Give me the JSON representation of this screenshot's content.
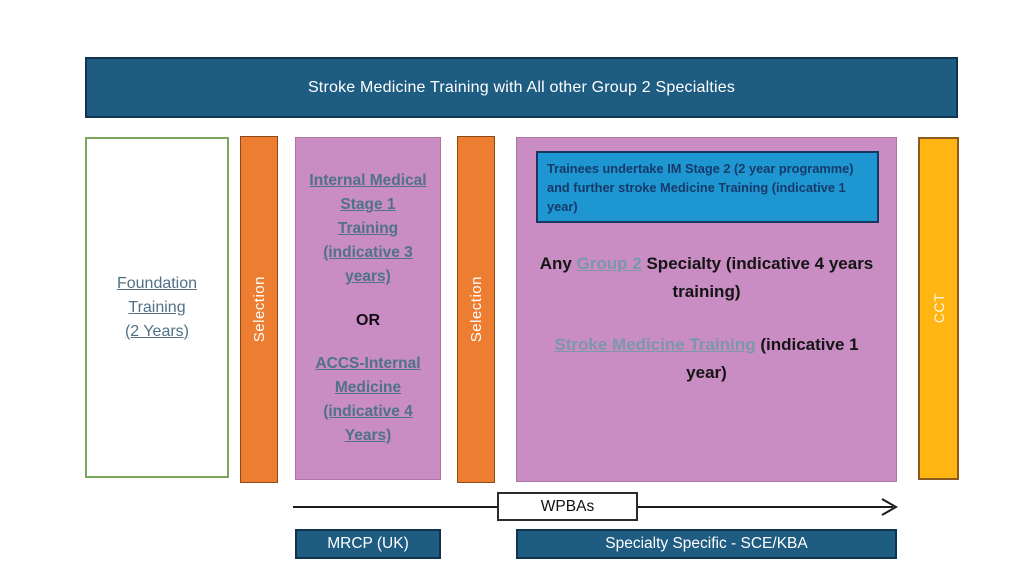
{
  "header": {
    "title": "Stroke Medicine Training with All other Group 2 Specialties"
  },
  "foundation": {
    "line1": "Foundation Training",
    "line2": "(2 Years)"
  },
  "selection_bar_left": {
    "label": "Selection"
  },
  "selection_bar_right": {
    "label": "Selection"
  },
  "im_stage1": {
    "option1": "Internal Medical Stage 1 Training (indicative 3 years)",
    "separator": "OR",
    "option2": "ACCS-Internal Medicine (indicative 4 Years)"
  },
  "group2": {
    "callout": "Trainees undertake IM Stage 2 (2 year programme) and further stroke Medicine  Training (indicative 1 year)",
    "any_prefix": "Any ",
    "group2_link": "Group 2",
    "any_suffix": " Specialty (indicative 4 years training)",
    "stroke_link": "Stroke Medicine Training",
    "stroke_suffix": " (indicative 1 year)"
  },
  "cct_bar": {
    "label": "CCT"
  },
  "assessments": {
    "wpbas": "WPBAs",
    "mrcp": "MRCP (UK)",
    "specialty": "Specialty Specific - SCE/KBA"
  },
  "colors": {
    "header_blue": "#1f5c82",
    "callout_blue": "#1e96d2",
    "pink": "#c98dc3",
    "orange": "#ed7d31",
    "amber": "#ffb612",
    "green_border": "#79a75d",
    "link_dark": "#4f7286",
    "link_light": "#7c97aa"
  }
}
